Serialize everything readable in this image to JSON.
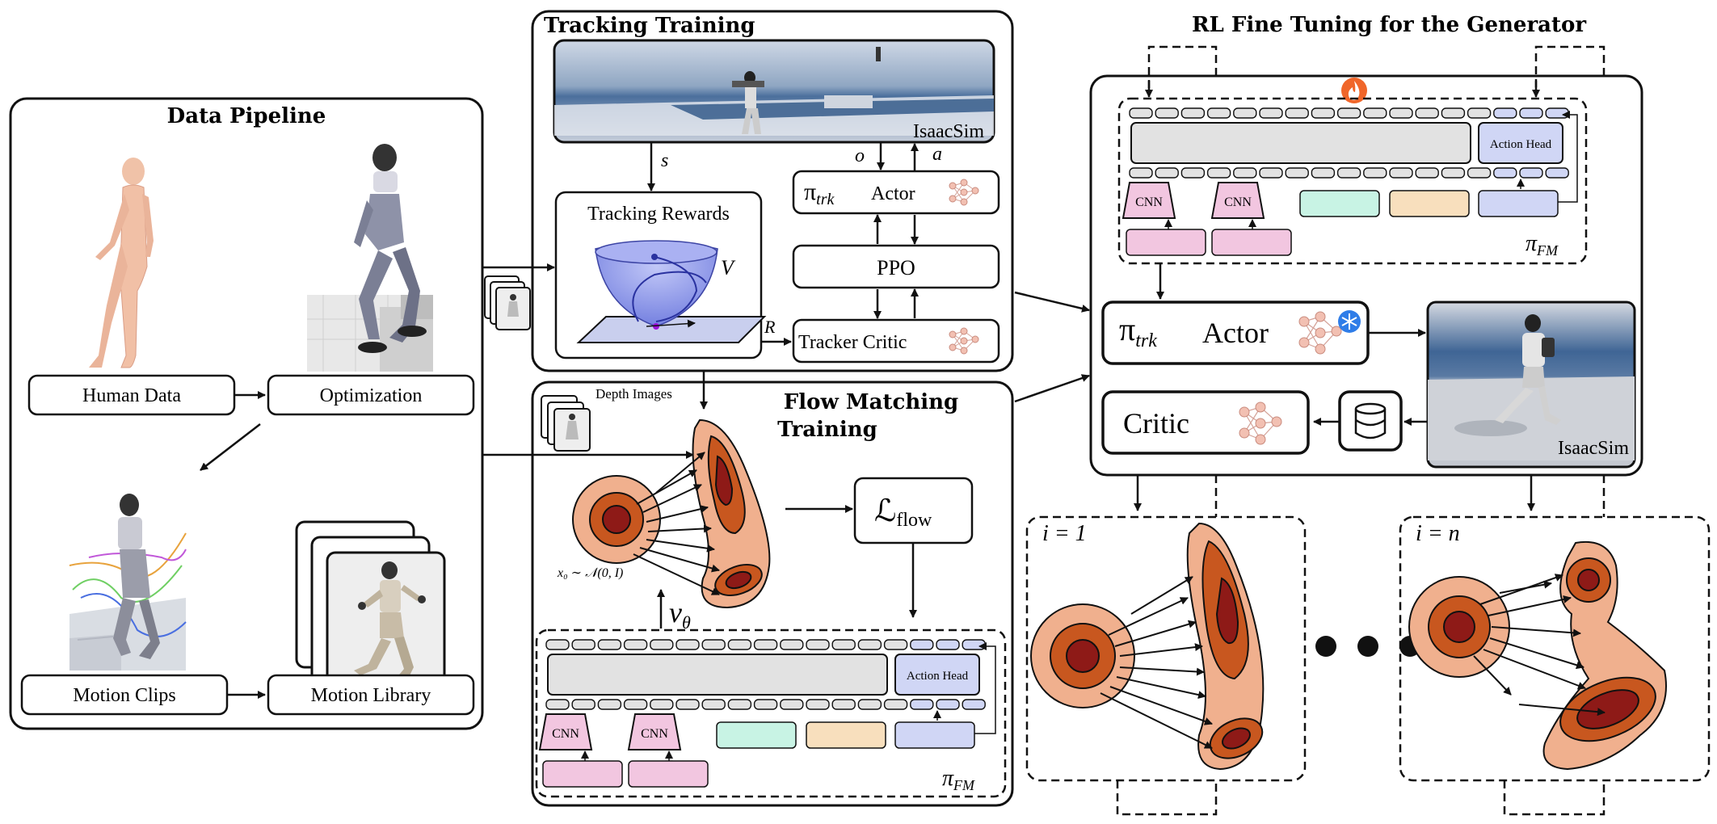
{
  "colors": {
    "cnn": "#f2c6e0",
    "mint": "#c8f3e4",
    "peach": "#f8dfbd",
    "lavender": "#d0d6f5",
    "panel_gray": "#e2e2e2",
    "flow_outer": "#f0b08e",
    "flow_mid": "#c8571f",
    "flow_inner": "#8e1a17",
    "bowl": "#9aa3ec",
    "fire": "#f0662a",
    "snow": "#2f7de8"
  },
  "data_pipeline": {
    "title": "Data Pipeline",
    "human_data": "Human Data",
    "optimization": "Optimization",
    "motion_clips": "Motion Clips",
    "motion_library": "Motion Library"
  },
  "tracking_training": {
    "title": "Tracking Training",
    "sim_label": "IsaacSim",
    "s": "s",
    "o": "o",
    "a": "a",
    "R": "R",
    "V": "V",
    "rewards": "Tracking Rewards",
    "actor_pi": "π",
    "actor_sub": "trk",
    "actor": "Actor",
    "ppo": "PPO",
    "critic": "Tracker Critic"
  },
  "flow_matching": {
    "title_line1": "Flow Matching",
    "title_line2": "Training",
    "depth_images": "Depth Images",
    "x0_label": "x₀ ∼ 𝒩(0, I)",
    "v_theta": "v",
    "v_sub": "θ",
    "loss": "ℒ",
    "loss_sub": "flow",
    "action_head": "Action Head",
    "cnn1": "CNN",
    "cnn2": "CNN",
    "pi_fm": "π",
    "pi_fm_sub": "FM"
  },
  "rl_finetune": {
    "title": "RL Fine Tuning for the Generator",
    "action_head": "Action Head",
    "cnn1": "CNN",
    "cnn2": "CNN",
    "pi_fm": "π",
    "pi_fm_sub": "FM",
    "actor_pi": "π",
    "actor_sub": "trk",
    "actor": "Actor",
    "critic": "Critic",
    "sim_label": "IsaacSim",
    "i1": "i = 1",
    "in": "i = n"
  }
}
